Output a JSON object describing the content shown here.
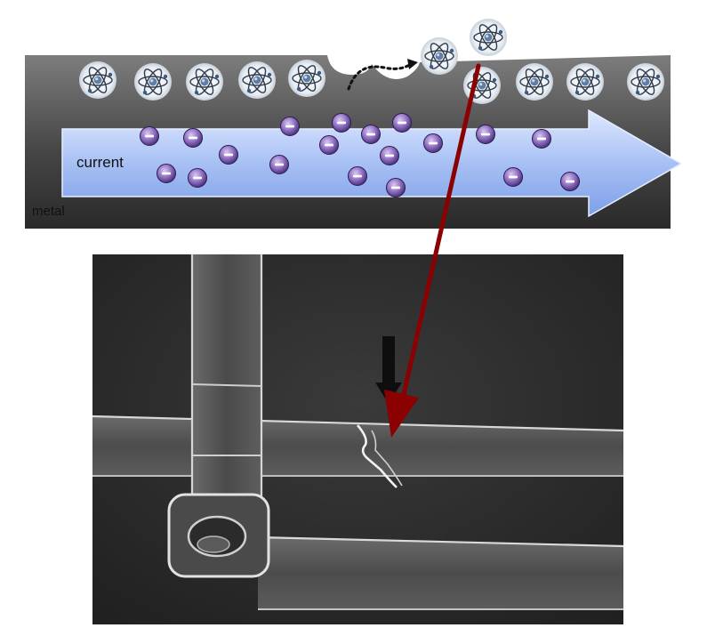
{
  "labels": {
    "current": "current",
    "metal": "metal"
  },
  "colors": {
    "metal_dark": "#3b3b3b",
    "metal_light": "#8c8c8c",
    "current_arrow": "#a9c2f4",
    "electron": "#6a4f9a",
    "pointer_arrow": "#8b0000",
    "sem_background": "#2b2b2b"
  },
  "icons": {
    "atom": "atom-icon",
    "electron": "electron-icon",
    "hop_arrow": "dotted-hop-arrow",
    "pointer": "pointer-arrow"
  }
}
